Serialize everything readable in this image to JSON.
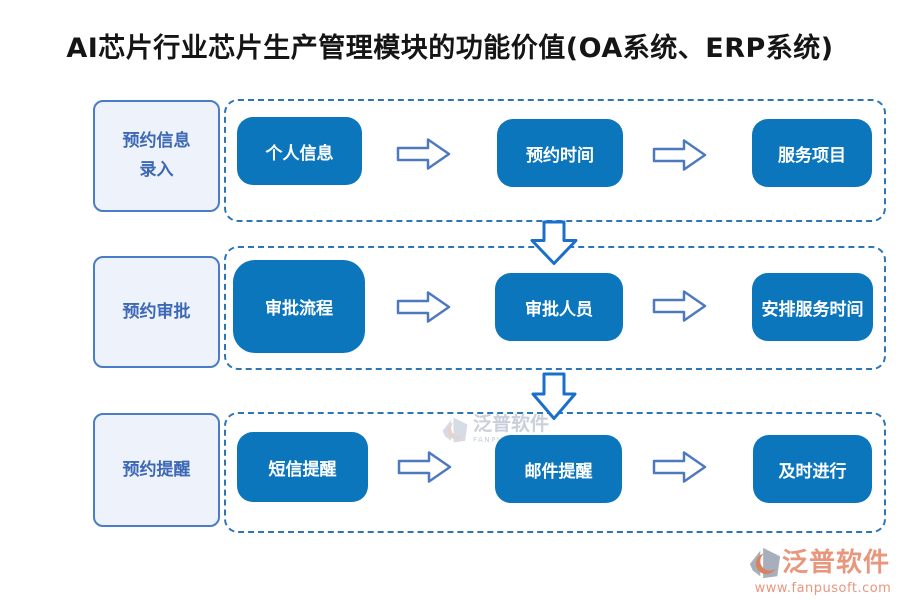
{
  "title": "AI芯片行业芯片生产管理模块的功能价值(OA系统、ERP系统)",
  "rows": [
    {
      "label": "预约信息录入",
      "steps": [
        "个人信息",
        "预约时间",
        "服务项目"
      ]
    },
    {
      "label": "预约审批",
      "steps": [
        "审批流程",
        "审批人员",
        "安排服务时间"
      ]
    },
    {
      "label": "预约提醒",
      "steps": [
        "短信提醒",
        "邮件提醒",
        "及时进行"
      ]
    }
  ],
  "watermark": {
    "brand": "泛普软件",
    "sub": "FANPU SOFTWARE"
  },
  "footer": {
    "brand": "泛普软件",
    "url": "www.fanpusoft.com"
  },
  "colors": {
    "step_blue": "#0C76BD",
    "dashed_border": "#2E75B6",
    "label_background": "#EEF3FB",
    "label_border": "#4A7CC7",
    "label_text": "#3C68B5",
    "right_arrow_outline": "#4F79BE",
    "down_arrow_outline": "#1B6FCB",
    "brand_salmon": "#E8967C",
    "watermark_gray": "#C9D0DB"
  }
}
